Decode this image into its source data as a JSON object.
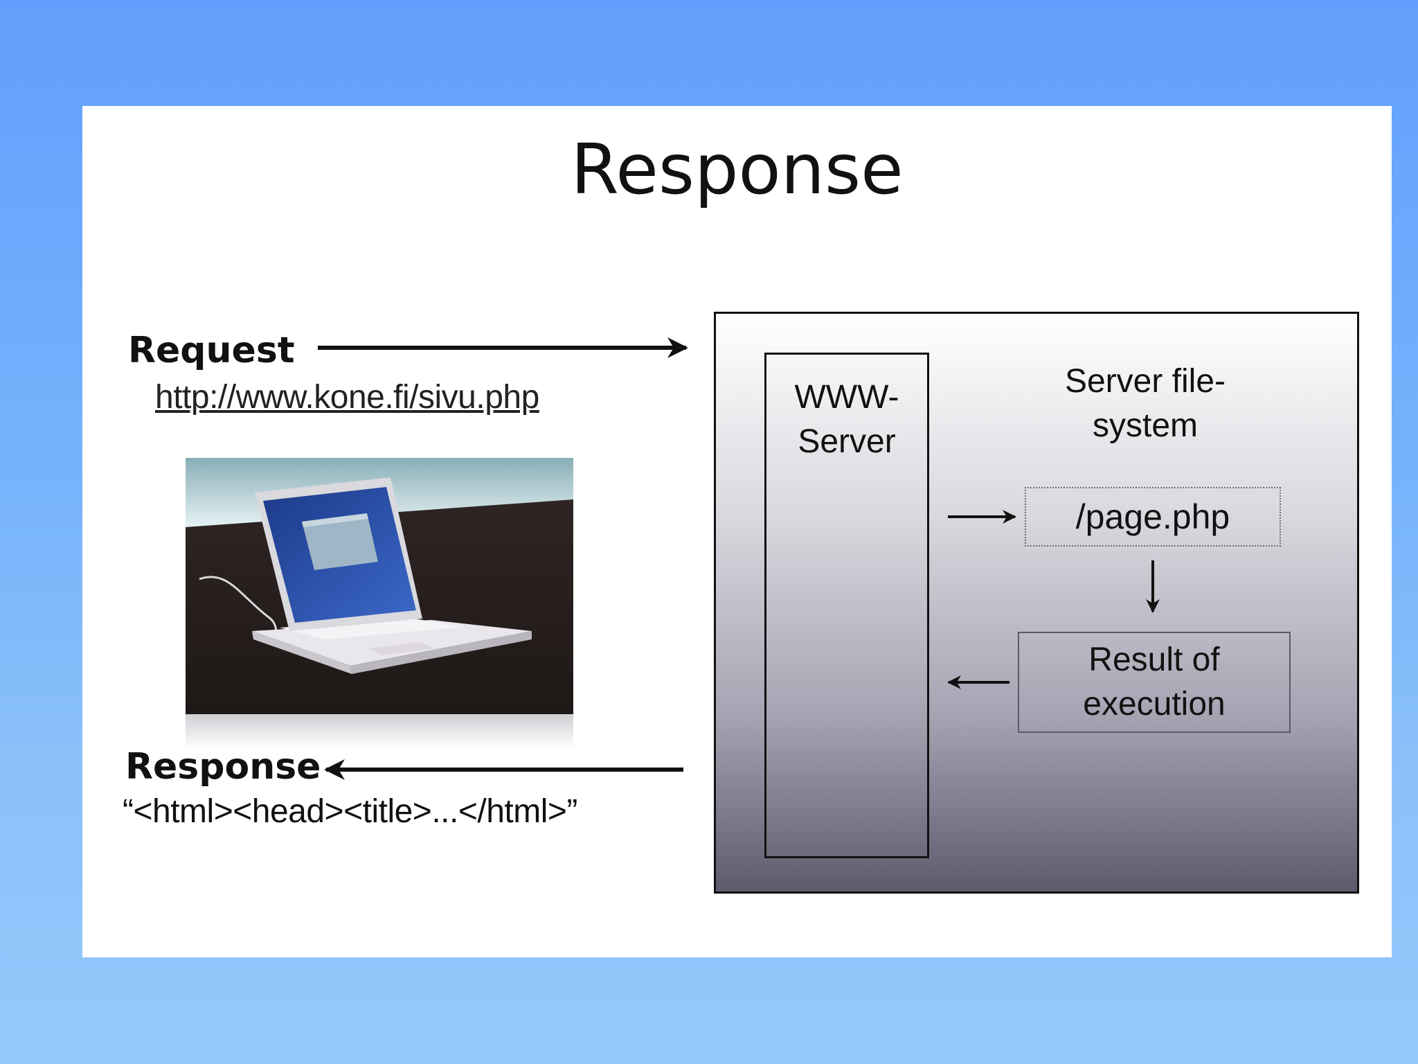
{
  "slide": {
    "title": "Response"
  },
  "client": {
    "request_label": "Request",
    "request_url": "http://www.kone.fi/sivu.php",
    "response_label": "Response",
    "response_body": "“<html><head><title>...</html>”"
  },
  "server": {
    "www_server_label": "WWW-\nServer",
    "filesystem_label": "Server file-\nsystem",
    "page_file": "/page.php",
    "result_label": "Result of\nexecution"
  },
  "colors": {
    "background_top": "#629ffc",
    "background_bottom": "#93c9fb",
    "slide": "#ffffff",
    "text": "#111111"
  }
}
